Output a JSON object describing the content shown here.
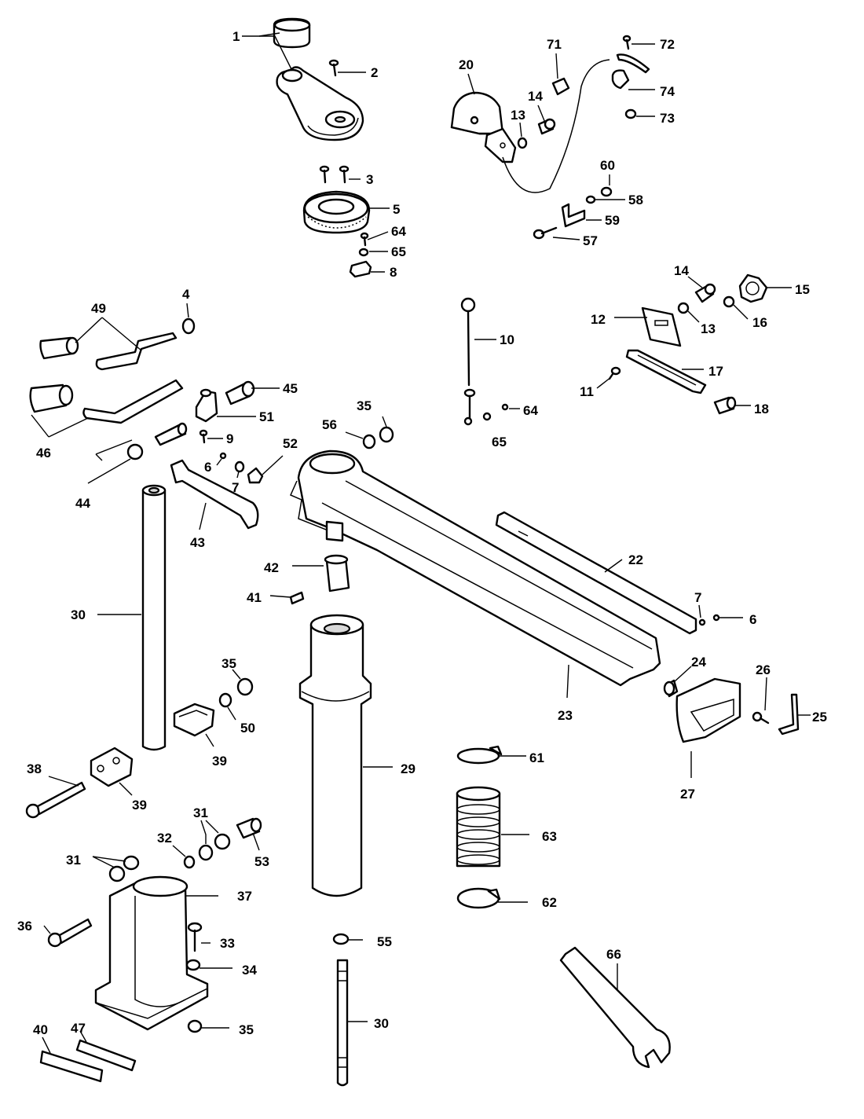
{
  "callouts": [
    {
      "id": "c1",
      "text": "1"
    },
    {
      "id": "c2",
      "text": "2"
    },
    {
      "id": "c3",
      "text": "3"
    },
    {
      "id": "c5",
      "text": "5"
    },
    {
      "id": "c64a",
      "text": "64"
    },
    {
      "id": "c65a",
      "text": "65"
    },
    {
      "id": "c8",
      "text": "8"
    },
    {
      "id": "c20",
      "text": "20"
    },
    {
      "id": "c71",
      "text": "71"
    },
    {
      "id": "c72",
      "text": "72"
    },
    {
      "id": "c74",
      "text": "74"
    },
    {
      "id": "c73",
      "text": "73"
    },
    {
      "id": "c14a",
      "text": "14"
    },
    {
      "id": "c13a",
      "text": "13"
    },
    {
      "id": "c60",
      "text": "60"
    },
    {
      "id": "c58",
      "text": "58"
    },
    {
      "id": "c59",
      "text": "59"
    },
    {
      "id": "c57",
      "text": "57"
    },
    {
      "id": "c4",
      "text": "4"
    },
    {
      "id": "c49",
      "text": "49"
    },
    {
      "id": "c45",
      "text": "45"
    },
    {
      "id": "c46",
      "text": "46"
    },
    {
      "id": "c51",
      "text": "51"
    },
    {
      "id": "c9",
      "text": "9"
    },
    {
      "id": "c44",
      "text": "44"
    },
    {
      "id": "c6a",
      "text": "6"
    },
    {
      "id": "c7a",
      "text": "7"
    },
    {
      "id": "c52",
      "text": "52"
    },
    {
      "id": "c43",
      "text": "43"
    },
    {
      "id": "c10",
      "text": "10"
    },
    {
      "id": "c64b",
      "text": "64"
    },
    {
      "id": "c65b",
      "text": "65"
    },
    {
      "id": "c35a",
      "text": "35"
    },
    {
      "id": "c56",
      "text": "56"
    },
    {
      "id": "c14b",
      "text": "14"
    },
    {
      "id": "c15",
      "text": "15"
    },
    {
      "id": "c12",
      "text": "12"
    },
    {
      "id": "c13b",
      "text": "13"
    },
    {
      "id": "c16",
      "text": "16"
    },
    {
      "id": "c17",
      "text": "17"
    },
    {
      "id": "c11",
      "text": "11"
    },
    {
      "id": "c18",
      "text": "18"
    },
    {
      "id": "c42",
      "text": "42"
    },
    {
      "id": "c41",
      "text": "41"
    },
    {
      "id": "c30a",
      "text": "30"
    },
    {
      "id": "c22",
      "text": "22"
    },
    {
      "id": "c7b",
      "text": "7"
    },
    {
      "id": "c6b",
      "text": "6"
    },
    {
      "id": "c35b",
      "text": "35"
    },
    {
      "id": "c50",
      "text": "50"
    },
    {
      "id": "c39a",
      "text": "39"
    },
    {
      "id": "c24",
      "text": "24"
    },
    {
      "id": "c26",
      "text": "26"
    },
    {
      "id": "c25",
      "text": "25"
    },
    {
      "id": "c23",
      "text": "23"
    },
    {
      "id": "c27",
      "text": "27"
    },
    {
      "id": "c29",
      "text": "29"
    },
    {
      "id": "c61",
      "text": "61"
    },
    {
      "id": "c38",
      "text": "38"
    },
    {
      "id": "c39b",
      "text": "39"
    },
    {
      "id": "c31a",
      "text": "31"
    },
    {
      "id": "c32",
      "text": "32"
    },
    {
      "id": "c53",
      "text": "53"
    },
    {
      "id": "c63",
      "text": "63"
    },
    {
      "id": "c31b",
      "text": "31"
    },
    {
      "id": "c37",
      "text": "37"
    },
    {
      "id": "c62",
      "text": "62"
    },
    {
      "id": "c36",
      "text": "36"
    },
    {
      "id": "c33",
      "text": "33"
    },
    {
      "id": "c55",
      "text": "55"
    },
    {
      "id": "c34",
      "text": "34"
    },
    {
      "id": "c66",
      "text": "66"
    },
    {
      "id": "c30b",
      "text": "30"
    },
    {
      "id": "c35c",
      "text": "35"
    },
    {
      "id": "c40",
      "text": "40"
    },
    {
      "id": "c47",
      "text": "47"
    }
  ]
}
